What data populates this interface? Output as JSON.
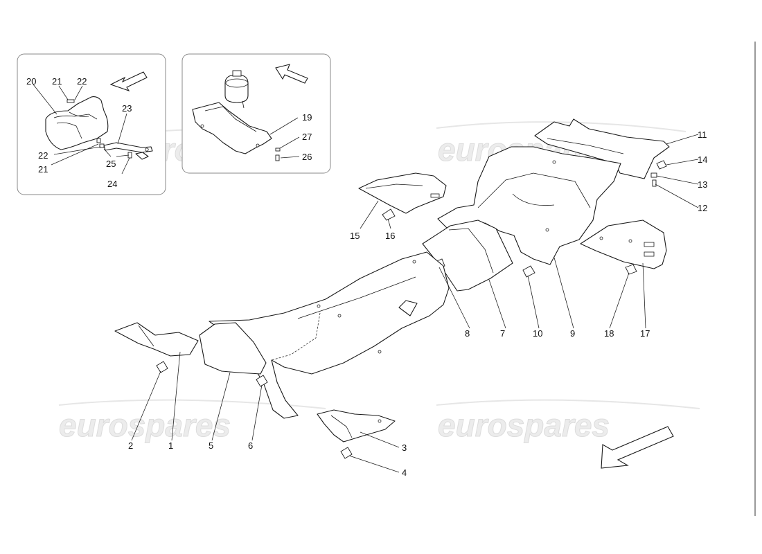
{
  "watermark": {
    "text": "eurospares"
  },
  "callouts": {
    "c1": "1",
    "c2": "2",
    "c3": "3",
    "c4": "4",
    "c5": "5",
    "c6": "6",
    "c7": "7",
    "c8": "8",
    "c9": "9",
    "c10": "10",
    "c11": "11",
    "c12": "12",
    "c13": "13",
    "c14": "14",
    "c15": "15",
    "c16": "16",
    "c17": "17",
    "c18": "18",
    "c19": "19",
    "c20": "20",
    "c21a": "21",
    "c21b": "21",
    "c22a": "22",
    "c22b": "22",
    "c23": "23",
    "c24": "24",
    "c25": "25",
    "c26": "26",
    "c27": "27"
  },
  "icons": {
    "direction_arrow": "direction-arrow-icon"
  }
}
